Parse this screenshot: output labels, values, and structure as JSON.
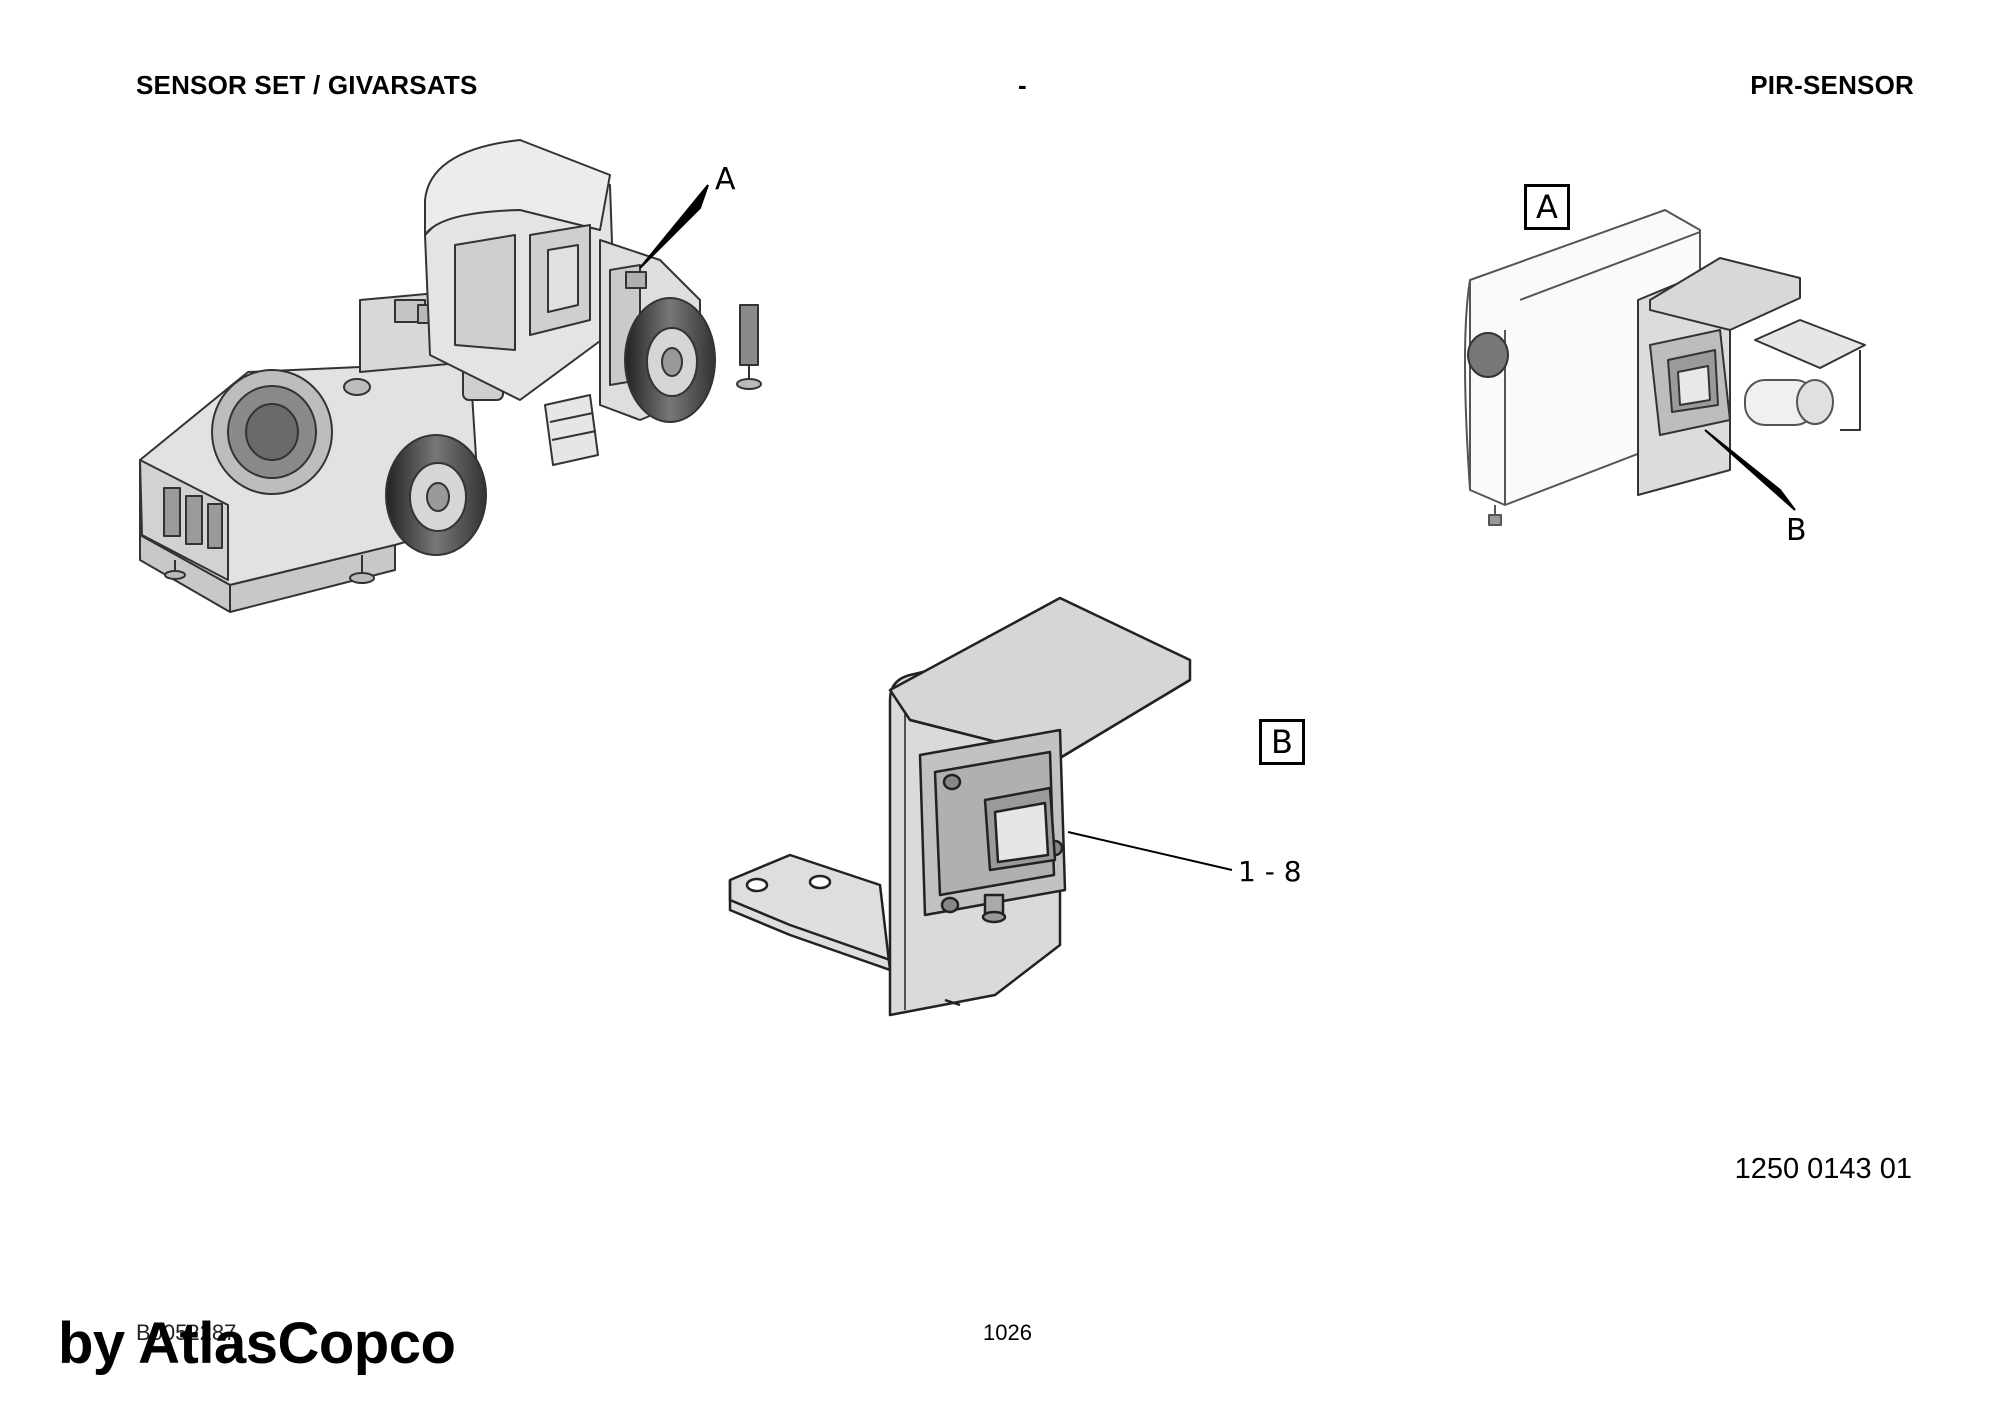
{
  "header": {
    "left_title": "SENSOR SET / GIVARSATS",
    "center_dash": "-",
    "right_title": "PIR-SENSOR"
  },
  "labels": {
    "view_a_box": "A",
    "view_b_box": "B",
    "callout_a": "A",
    "callout_b": "B",
    "callout_items": "1 - 8"
  },
  "footer": {
    "part_number": "1250 0143 01",
    "page_number": "1026",
    "doc_code": "B0052287",
    "watermark": "by AtlasCopco"
  },
  "icons": [
    "vehicle-illustration",
    "sensor-assembly-illustration",
    "sensor-bracket-illustration"
  ]
}
